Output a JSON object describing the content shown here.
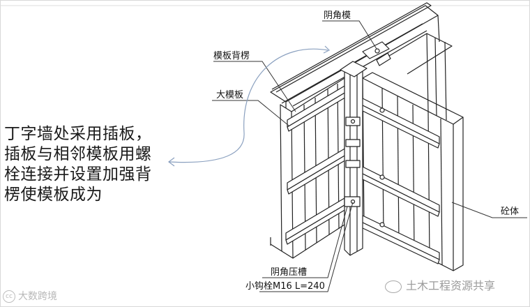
{
  "labels": {
    "corner_form": "阴角模",
    "form_back_rib": "模板背楞",
    "large_form": "大模板",
    "concrete": "砼体",
    "corner_clamp_slot": "阴角压槽",
    "small_hook_bolt": "小钩栓M16 L=240"
  },
  "description": [
    "丁字墙处采用插板，",
    "插板与相邻模板用螺",
    "栓连接并设置加强背",
    "楞使模板成为"
  ],
  "watermarks": {
    "left_text": "大数跨境",
    "left_icon": "creative-commons-icon",
    "right_text": "土木工程资源共享",
    "right_icon": "wechat-bubble-icon"
  },
  "colors": {
    "line": "#222222",
    "leader": "#333333",
    "callout_arrow": "#8aa0bf",
    "frame": "#cfcfcf"
  }
}
